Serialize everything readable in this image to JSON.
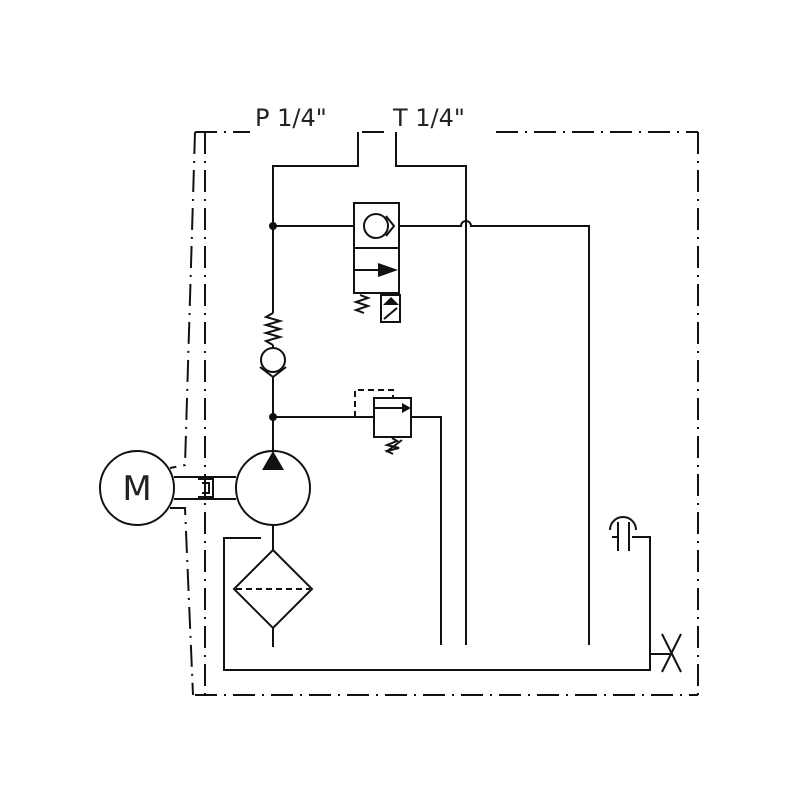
{
  "ports": {
    "pressure": "P 1/4\"",
    "tank": "T 1/4\""
  },
  "motor": {
    "label": "M"
  },
  "colors": {
    "line": "#111111",
    "background": "#ffffff"
  }
}
